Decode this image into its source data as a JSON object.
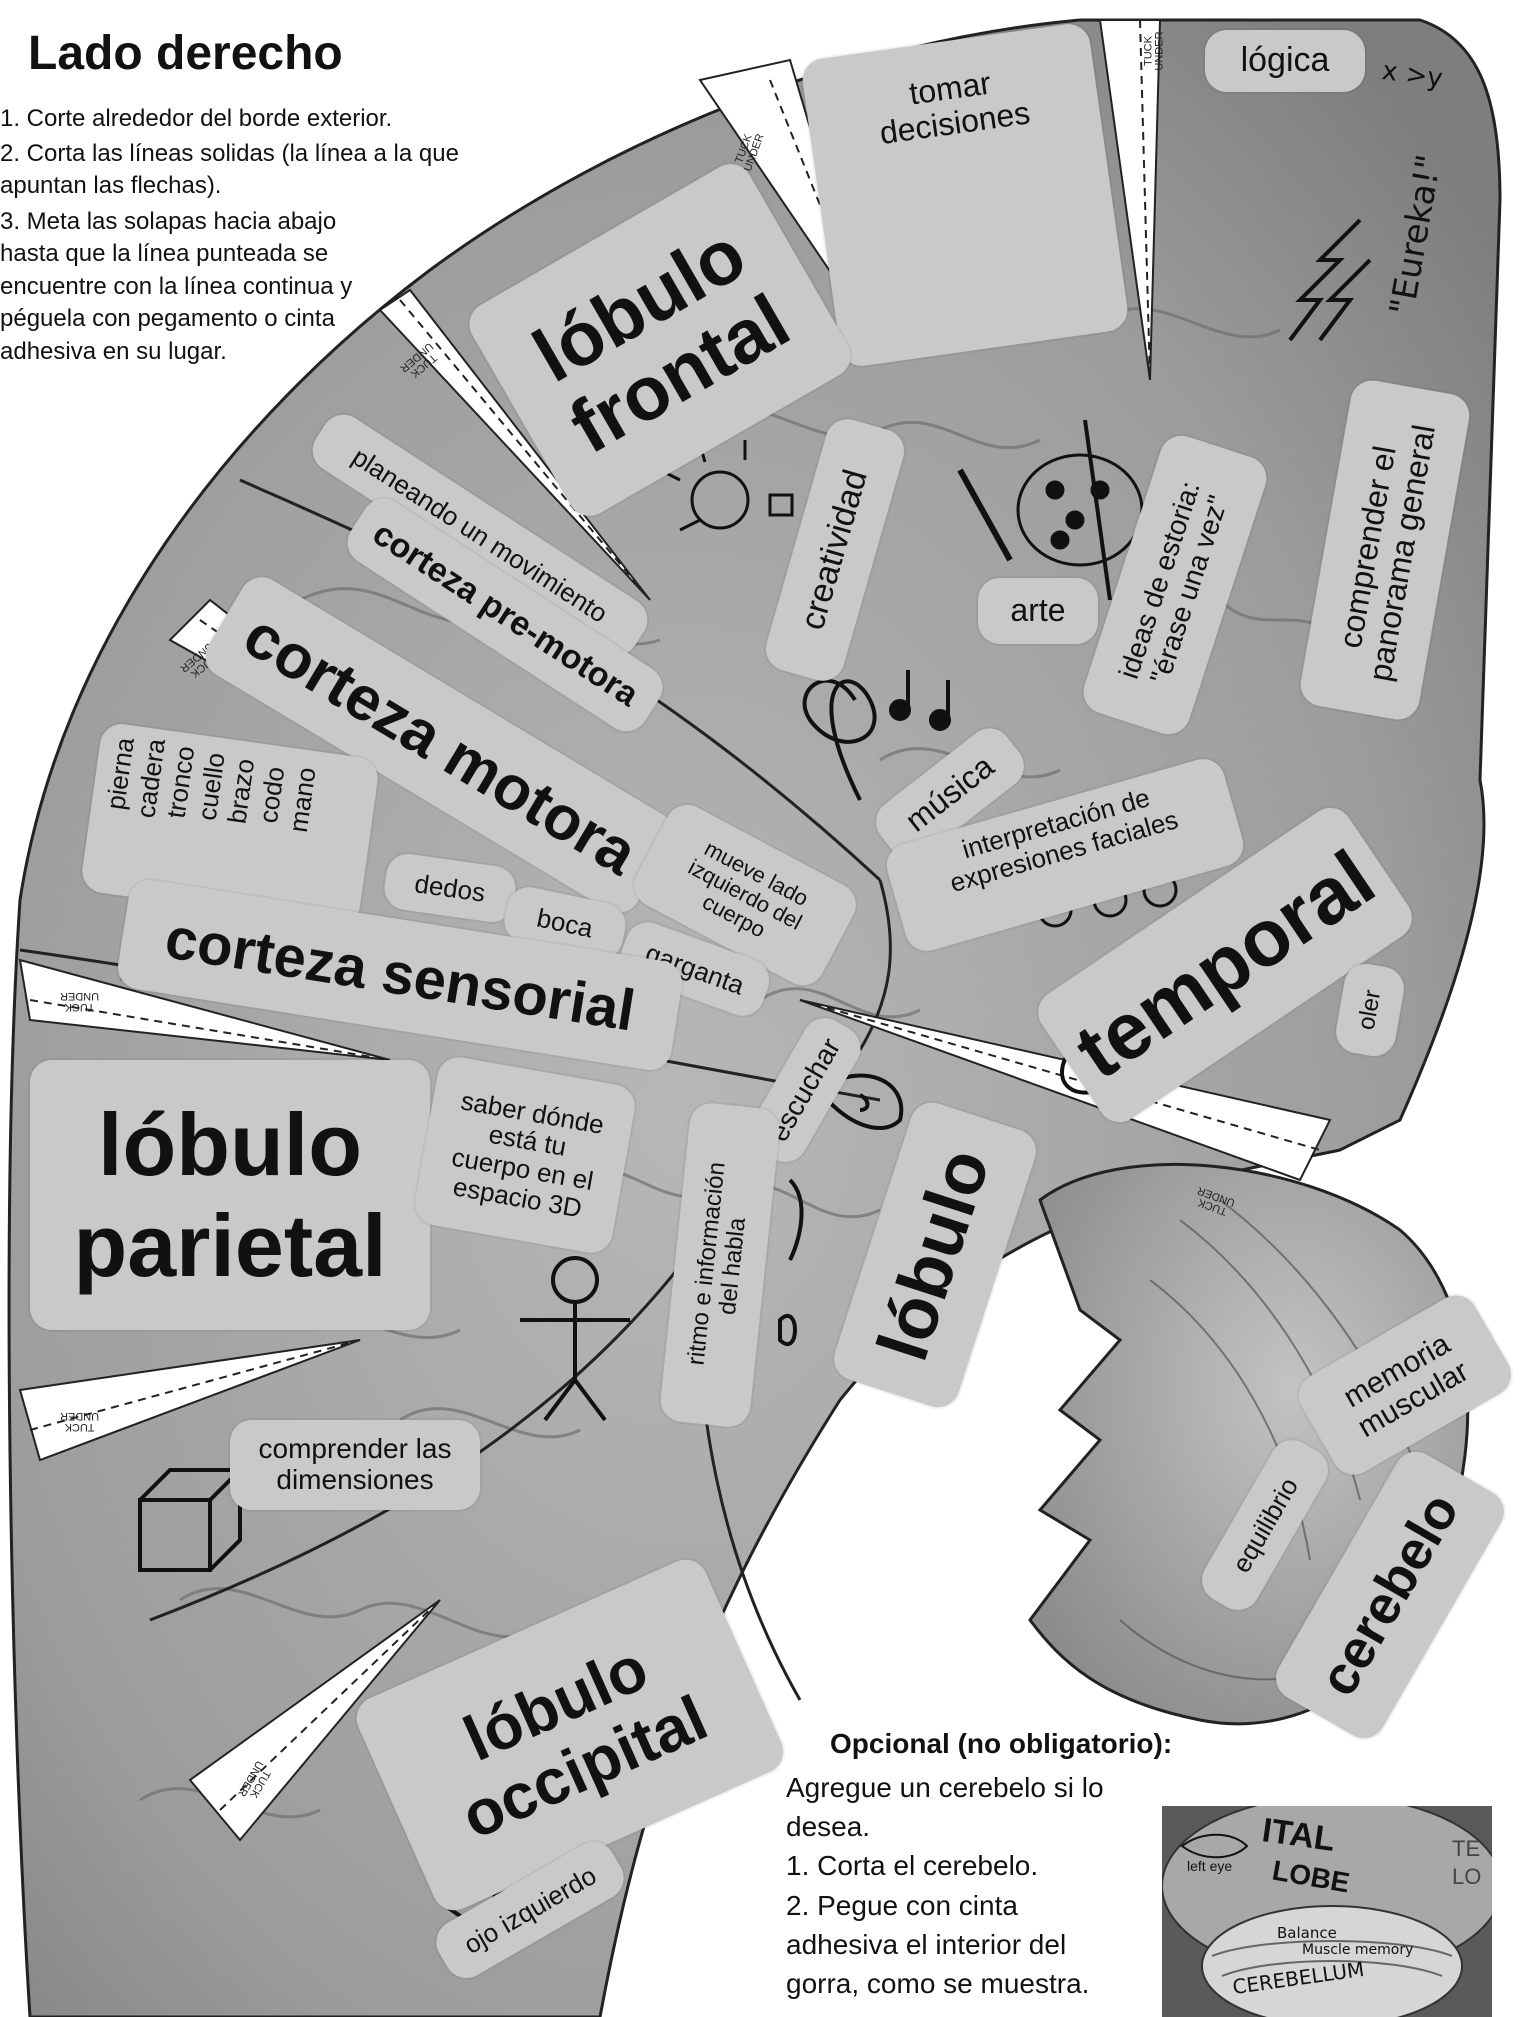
{
  "header": {
    "title": "Lado derecho",
    "steps": [
      "1. Corte alrededor del borde exterior.",
      "2. Corta las líneas solidas (la línea a la que apuntan las flechas).",
      "3. Meta las solapas hacia abajo hasta que la línea punteada se encuentre con la línea continua y péguela con pegamento o cinta adhesiva en su lugar."
    ]
  },
  "tuck_label": "TUCK\nUNDER",
  "labels": {
    "logica": "lógica",
    "xy": "x >y",
    "tomar": "tomar\ndecisiones",
    "eureka": "\"Eureka!\"",
    "lobulo_frontal": "lóbulo\nfrontal",
    "creatividad": "creatividad",
    "arte": "arte",
    "ideas": "ideas de estoria:\n\"érase una vez\"",
    "comprender_panorama": "comprender el\npanorama general",
    "planeando": "planeando un movimiento",
    "premotora": "corteza pre-motora",
    "motora": "corteza motora",
    "musica": "música",
    "interpretacion": "interpretación de\nexpresiones faciales",
    "mueve": "mueve lado\nizquierdo del\ncuerpo",
    "body_parts": [
      "pierna",
      "cadera",
      "tronco",
      "cuello",
      "brazo",
      "codo",
      "mano"
    ],
    "dedos": "dedos",
    "boca": "boca",
    "garganta": "garganta",
    "sensorial": "corteza sensorial",
    "temporal": "temporal",
    "oler": "oler",
    "escuchar": "escuchar",
    "lobulo_parietal": "lóbulo\nparietal",
    "saber": "saber dónde\nestá tu\ncuerpo en el\nespacio 3D",
    "ritmo": "ritmo e información\ndel habla",
    "lobulo": "lóbulo",
    "comprender_dim": "comprender las\ndimensiones",
    "memoria": "memoria\nmuscular",
    "equilibrio": "equilibrio",
    "cerebelo": "cerebelo",
    "lobulo_occipital": "lóbulo\noccipital",
    "ojo": "ojo izquierdo"
  },
  "optional": {
    "heading": "Opcional (no obligatorio):",
    "lines": [
      "Agregue un cerebelo si lo",
      "desea.",
      "1. Corta el cerebelo.",
      "2. Pegue con cinta",
      "adhesiva el interior del",
      "gorra, como se muestra."
    ]
  },
  "photo_text": {
    "left_eye": "left eye",
    "ital": "ITAL",
    "lobe": "LOBE",
    "te": "TE",
    "lo": "LO",
    "balance": "Balance",
    "muscle_memory": "Muscle memory",
    "cerebellum": "CEREBELLUM"
  },
  "colors": {
    "label_bg": "#c9c9c9",
    "brain_fill": "#9a9a9a",
    "ink": "#111111"
  },
  "icons": [
    "lightbulb-icon",
    "paintbrush-icon",
    "palette-icon",
    "pencil-icon",
    "music-note-icon",
    "treble-clef-icon",
    "smiley-icons",
    "ear-icon",
    "stick-figure-icon",
    "cube-icon",
    "eye-icon",
    "lightning-icon",
    "speech-wave-icon"
  ]
}
